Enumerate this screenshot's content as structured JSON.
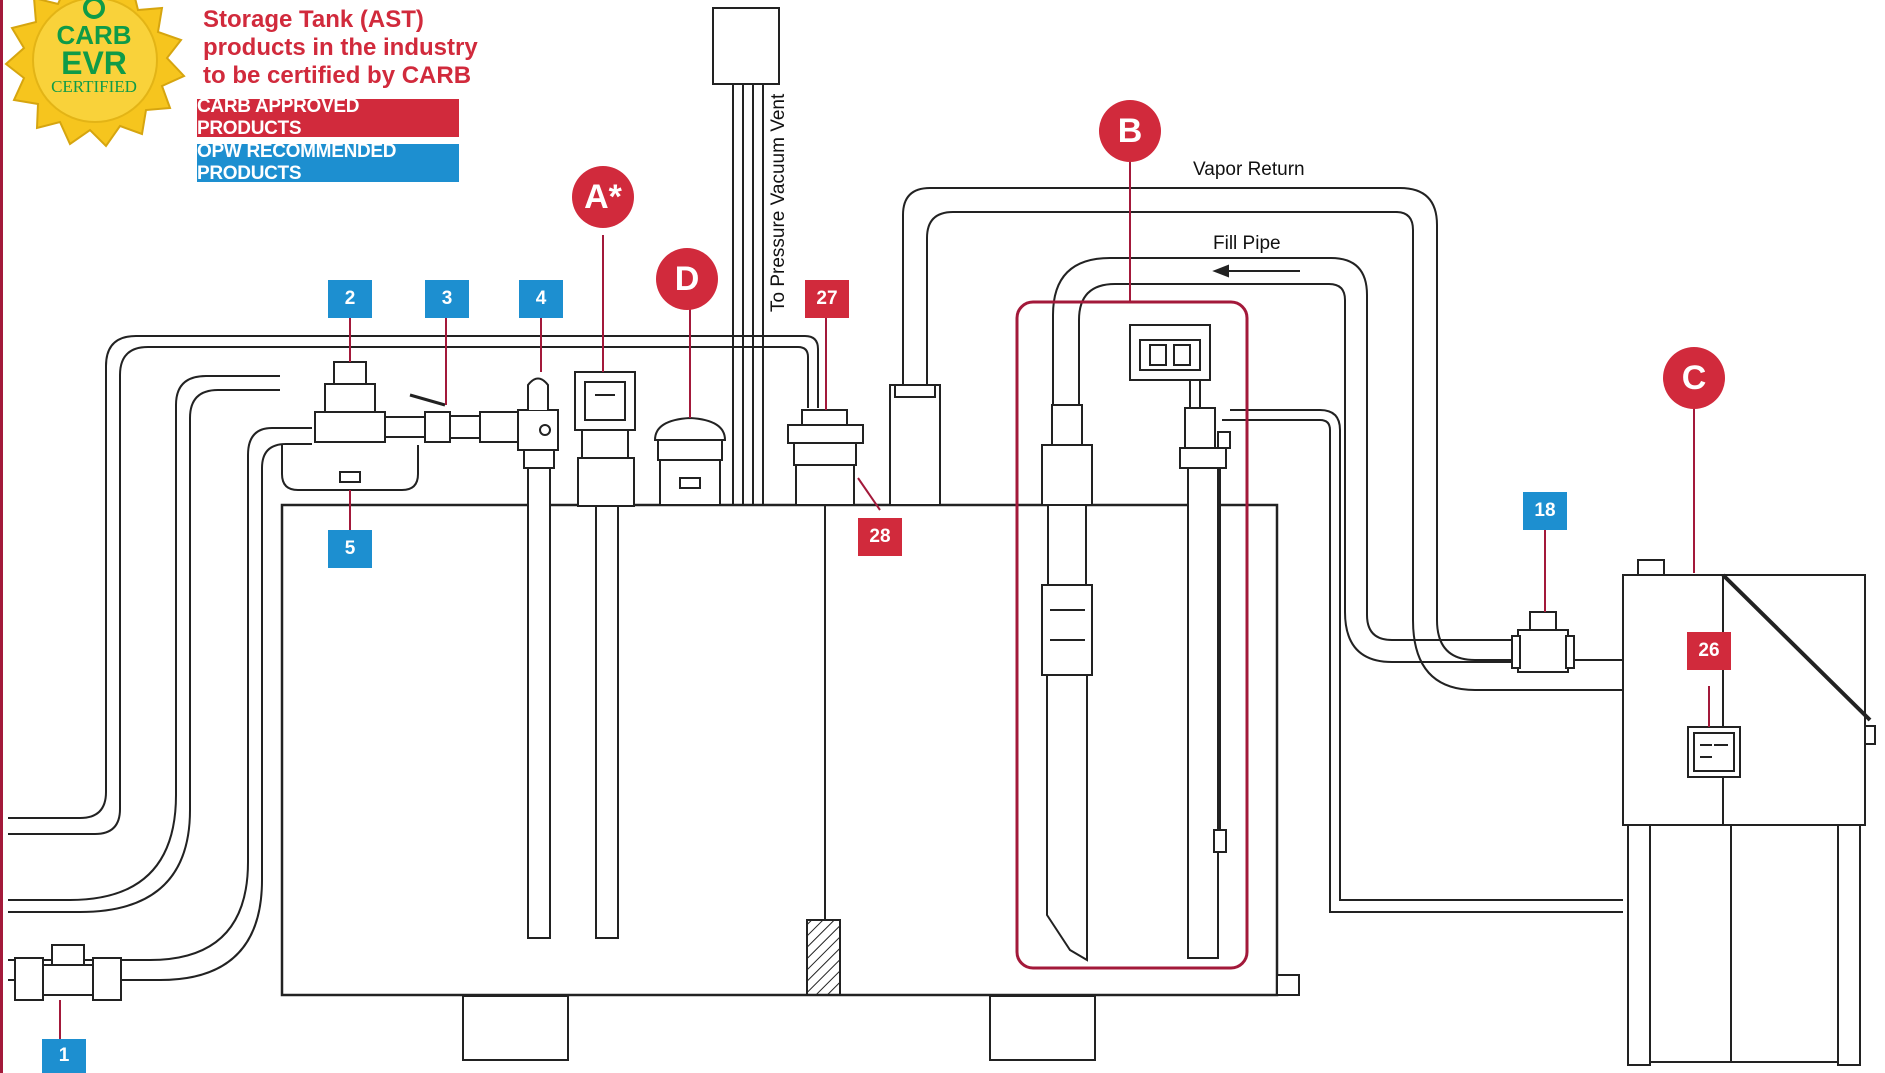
{
  "colors": {
    "carb_red": "#d12a3c",
    "opw_blue": "#1d8fd0",
    "border": "#a3193a",
    "seal_gold": "#f6c51e"
  },
  "badge": {
    "line1": "CARB",
    "line2": "EVR",
    "line3": "CERTIFIED",
    "icon": "recycle-logo"
  },
  "heading": "Storage Tank (AST) products in the industry to be certified by CARB",
  "legend": {
    "carb": "CARB APPROVED PRODUCTS",
    "opw": "OPW RECOMMENDED PRODUCTS"
  },
  "labels": {
    "vapor_return": "Vapor Return",
    "fill_pipe": "Fill Pipe",
    "vent": "To Pressure Vacuum Vent"
  },
  "callouts_blue": [
    "1",
    "2",
    "3",
    "4",
    "5",
    "18"
  ],
  "callouts_red": [
    "27",
    "28",
    "26"
  ],
  "circle_labels": [
    "A*",
    "B",
    "C",
    "D"
  ]
}
